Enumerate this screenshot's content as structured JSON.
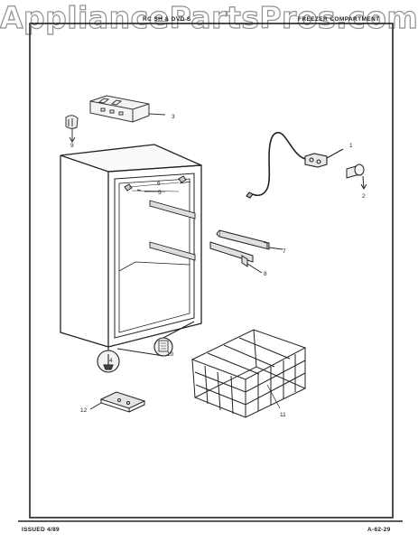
{
  "header": {
    "watermark": "AppliancePartsPros.com",
    "model_text": "RC SH & DVD S",
    "section_title": "FREEZER COMPARTMENT"
  },
  "footer": {
    "issued": "ISSUED 4/89",
    "doc_number": "A-62-29"
  },
  "callouts": [
    "1",
    "2",
    "3",
    "4",
    "5",
    "6",
    "7",
    "8",
    "9",
    "10",
    "11",
    "12"
  ]
}
